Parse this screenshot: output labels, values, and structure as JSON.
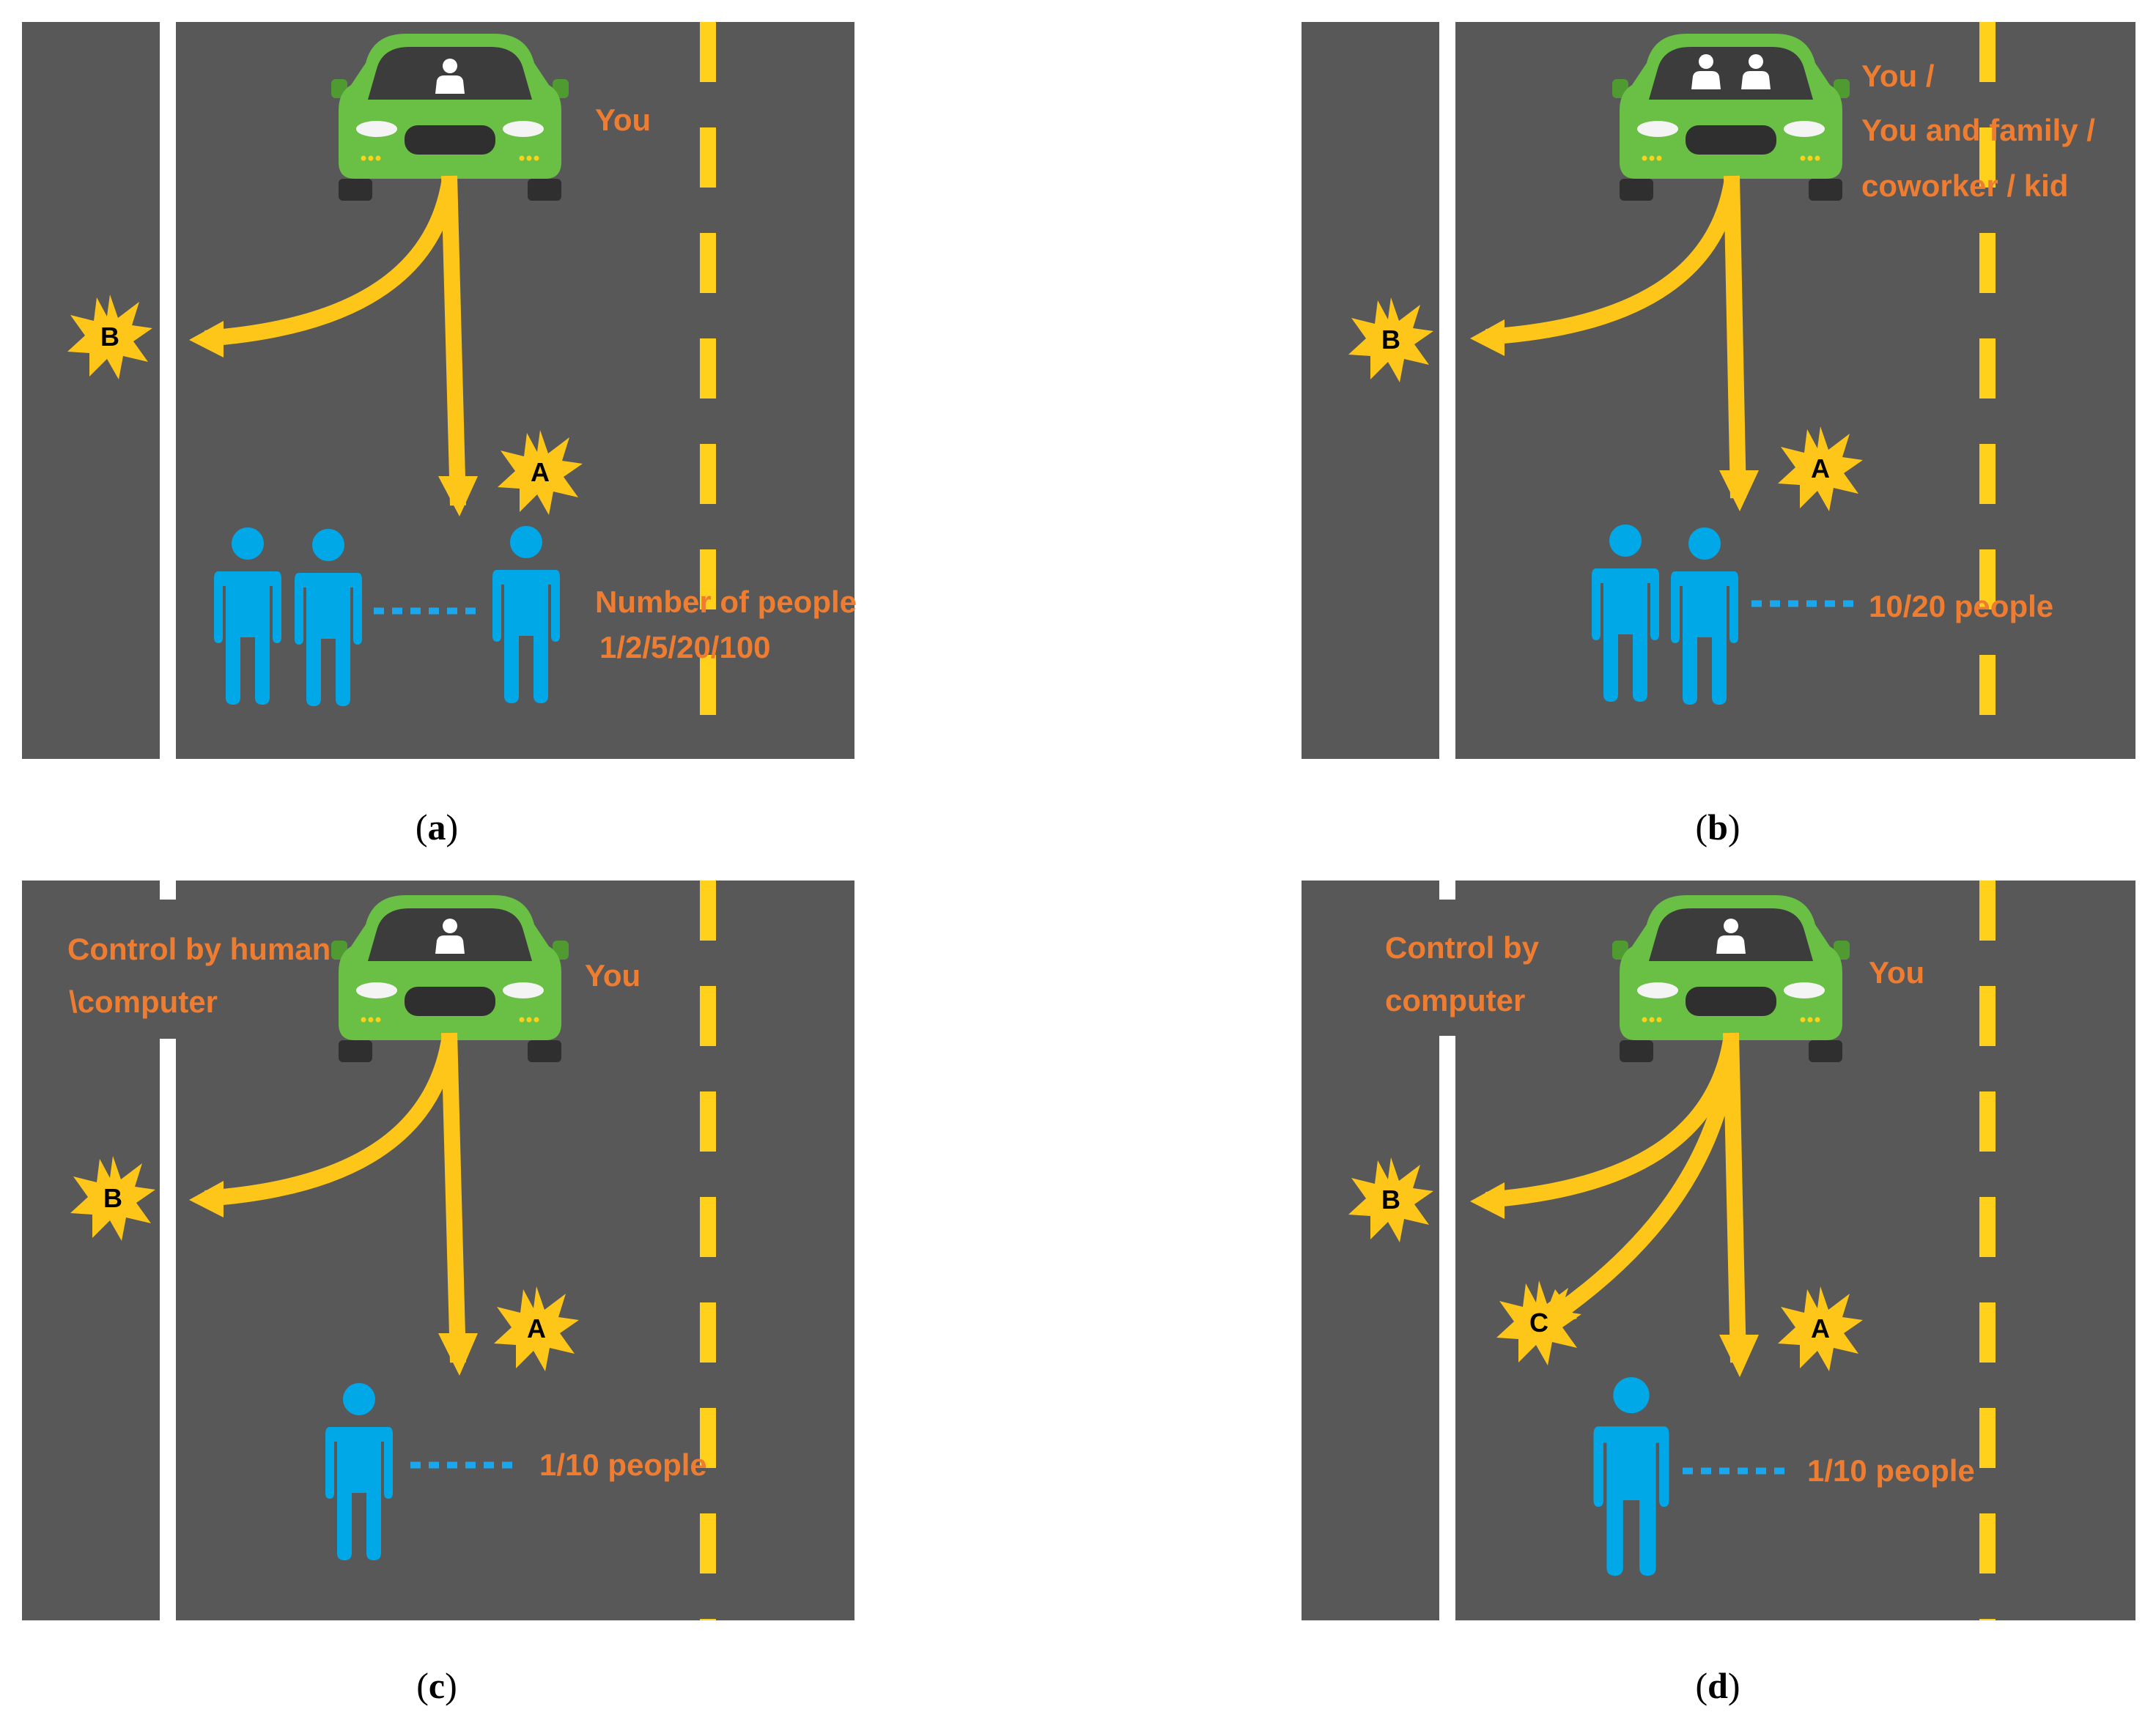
{
  "colors": {
    "road": "#585858",
    "lane_line": "#ffffff",
    "center_dash": "#ffd11a",
    "arrow": "#ffc61a",
    "car": "#6abf45",
    "person": "#00a8e8",
    "dots": "#1aa7ee",
    "label": "#ee7d31",
    "star": "#ffc61a"
  },
  "icons": [
    "car-icon",
    "person-icon",
    "explosion-star-icon",
    "arrow-icon"
  ],
  "panels": [
    {
      "id": "a",
      "caption": "a",
      "labels": [
        "You",
        "Number of people",
        "1/2/5/20/100"
      ],
      "star_labels": [
        "A",
        "B"
      ],
      "people_count": 3,
      "passengers": 1
    },
    {
      "id": "b",
      "caption": "b",
      "labels": [
        "You /",
        "You and family /",
        "coworker / kid",
        "10/20 people"
      ],
      "star_labels": [
        "A",
        "B"
      ],
      "people_count": 2,
      "passengers": 2
    },
    {
      "id": "c",
      "caption": "c",
      "labels": [
        "Control by human",
        "\\computer",
        "You",
        "1/10 people"
      ],
      "star_labels": [
        "A",
        "B"
      ],
      "people_count": 1,
      "passengers": 1
    },
    {
      "id": "d",
      "caption": "d",
      "labels": [
        "Control by",
        "computer",
        "You",
        "1/10 people"
      ],
      "star_labels": [
        "A",
        "B",
        "C"
      ],
      "people_count": 1,
      "passengers": 1
    }
  ]
}
